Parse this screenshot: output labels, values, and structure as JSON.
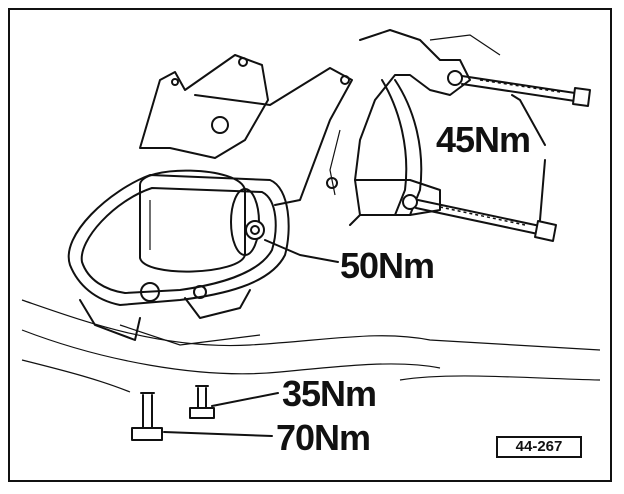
{
  "diagram": {
    "labels": {
      "t45": "45Nm",
      "t50": "50Nm",
      "t35": "35Nm",
      "t70": "70Nm"
    },
    "figure_ref": "44-267"
  }
}
